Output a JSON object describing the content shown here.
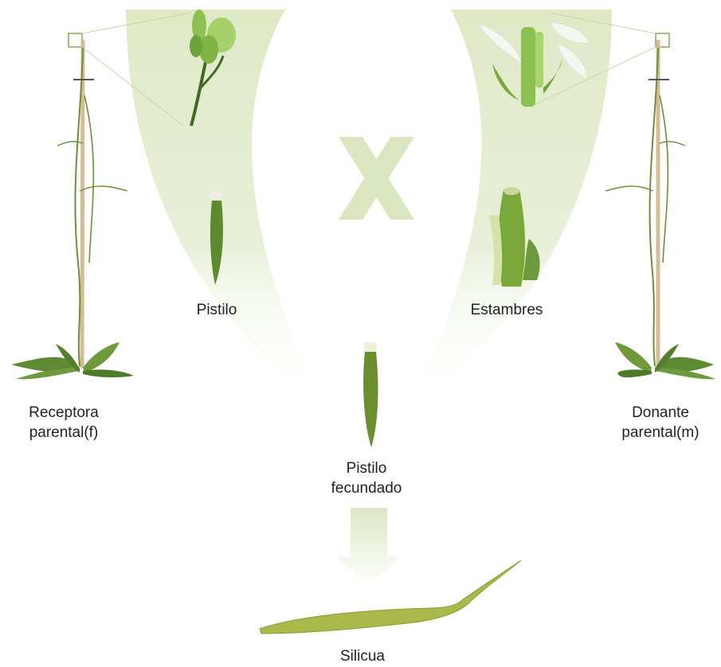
{
  "labels": {
    "recipient_line1": "Receptora",
    "recipient_line2": "parental(f)",
    "donor_line1": "Donante",
    "donor_line2": "parental(m)",
    "pistil": "Pistilo",
    "stamens": "Estambres",
    "fertilized_line1": "Pistilo",
    "fertilized_line2": "fecundado",
    "silique": "Silicua",
    "cross_symbol": "X"
  },
  "colors": {
    "pale_green": "#e3edcf",
    "stem_tan": "#d2be96",
    "leaf_green": "#5f8a34",
    "dark_green": "#4e7a2a",
    "bright_green": "#8cc152",
    "petal_white": "#f4f6f0",
    "silique_green": "#a9b94a"
  }
}
